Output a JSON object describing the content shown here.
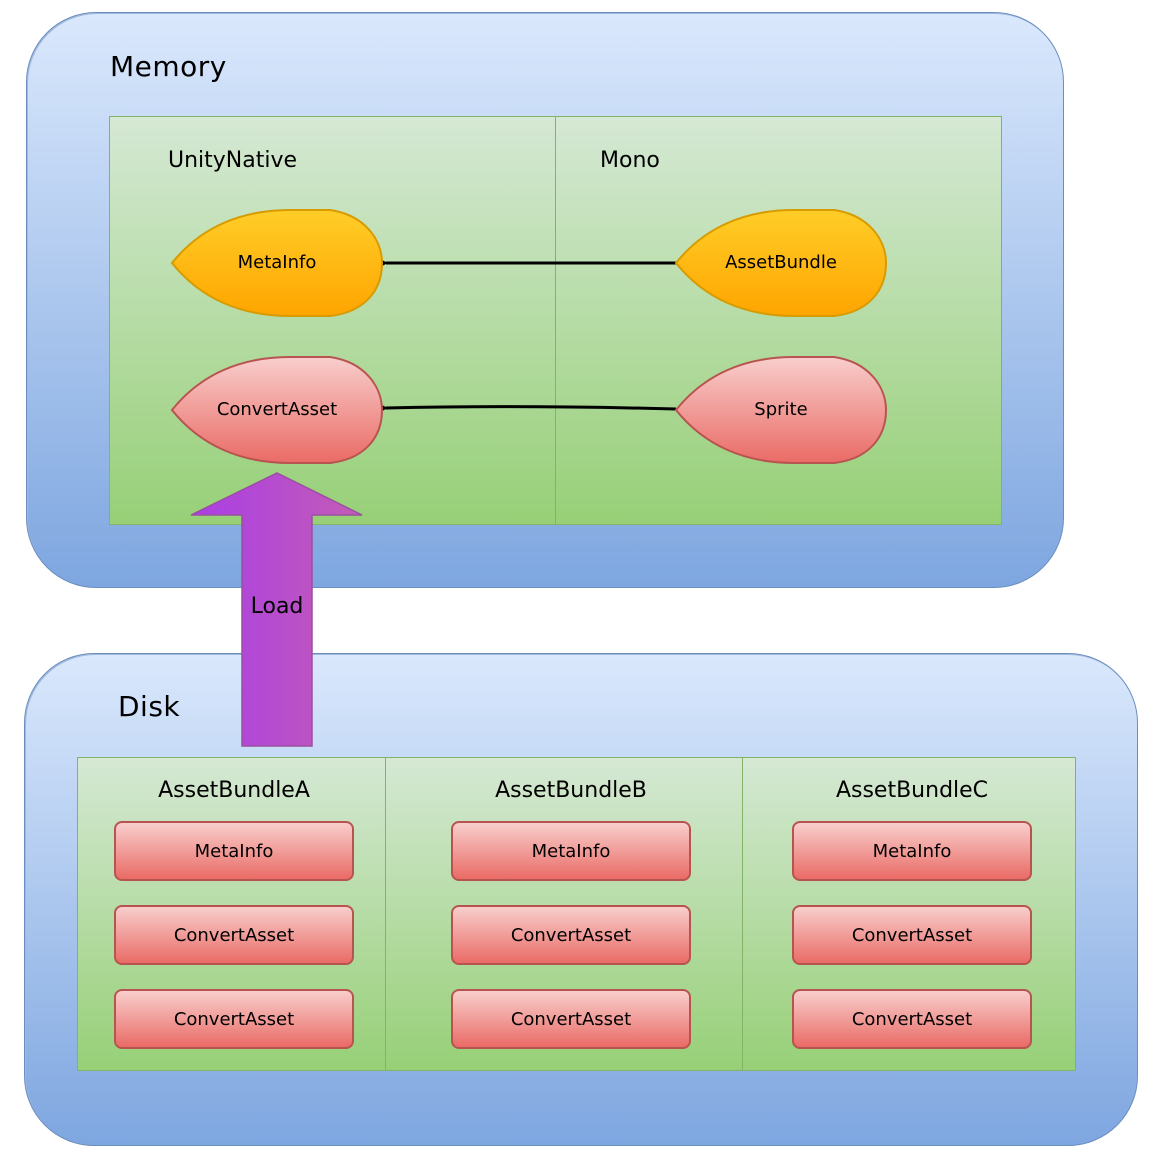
{
  "memory": {
    "title": "Memory",
    "columns": [
      {
        "title": "UnityNative"
      },
      {
        "title": "Mono"
      }
    ],
    "nodes": {
      "native_metainfo": "MetaInfo",
      "native_convertasset": "ConvertAsset",
      "mono_assetbundle": "AssetBundle",
      "mono_sprite": "Sprite"
    }
  },
  "load_arrow": {
    "label": "Load"
  },
  "disk": {
    "title": "Disk",
    "bundles": [
      {
        "title": "AssetBundleA",
        "items": [
          "MetaInfo",
          "ConvertAsset",
          "ConvertAsset"
        ]
      },
      {
        "title": "AssetBundleB",
        "items": [
          "MetaInfo",
          "ConvertAsset",
          "ConvertAsset"
        ]
      },
      {
        "title": "AssetBundleC",
        "items": [
          "MetaInfo",
          "ConvertAsset",
          "ConvertAsset"
        ]
      }
    ]
  },
  "colors": {
    "region_fill_top": "#dae8fc",
    "region_fill_bottom": "#7ea6e0",
    "panel_fill_top": "#d5e8d4",
    "panel_fill_bottom": "#97d077",
    "orange_fill": "#ffcd28",
    "orange_stroke": "#d79b00",
    "red_fill_top": "#f8cecc",
    "red_fill_bottom": "#ea6b66",
    "red_stroke": "#b85450",
    "arrow_purple": "#b34be0"
  }
}
